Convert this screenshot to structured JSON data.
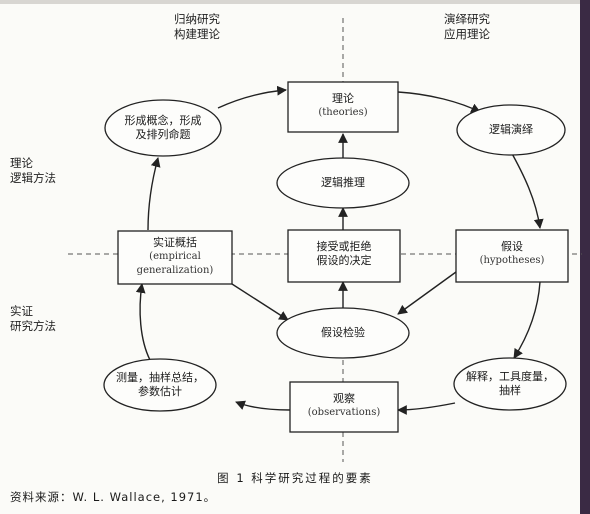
{
  "top_labels": {
    "inductive": [
      "归纳研究",
      "构建理论"
    ],
    "deductive": [
      "演绎研究",
      "应用理论"
    ]
  },
  "side_labels": {
    "theory_logic": [
      "理论",
      "逻辑方法"
    ],
    "empirical": [
      "实证",
      "研究方法"
    ]
  },
  "nodes": {
    "theories": [
      "理论",
      "(theories)"
    ],
    "logical_deduction": [
      "逻辑演绎"
    ],
    "logical_inference": [
      "逻辑推理"
    ],
    "concept_formation": [
      "形成概念，形成",
      "及排列命题"
    ],
    "empirical_generalization": [
      "实证概括",
      "(empirical",
      "generalization)"
    ],
    "accept_reject": [
      "接受或拒绝",
      "假设的决定"
    ],
    "hypotheses": [
      "假设",
      "(hypotheses)"
    ],
    "hypothesis_test": [
      "假设检验"
    ],
    "measurement": [
      "测量，抽样总结，",
      "参数估计"
    ],
    "observations": [
      "观察",
      "(observations)"
    ],
    "interpretation": [
      "解释，工具度量，",
      "抽样"
    ]
  },
  "caption": "图 1   科学研究过程的要素",
  "source": "资料来源：W. L. Wallace, 1971。"
}
